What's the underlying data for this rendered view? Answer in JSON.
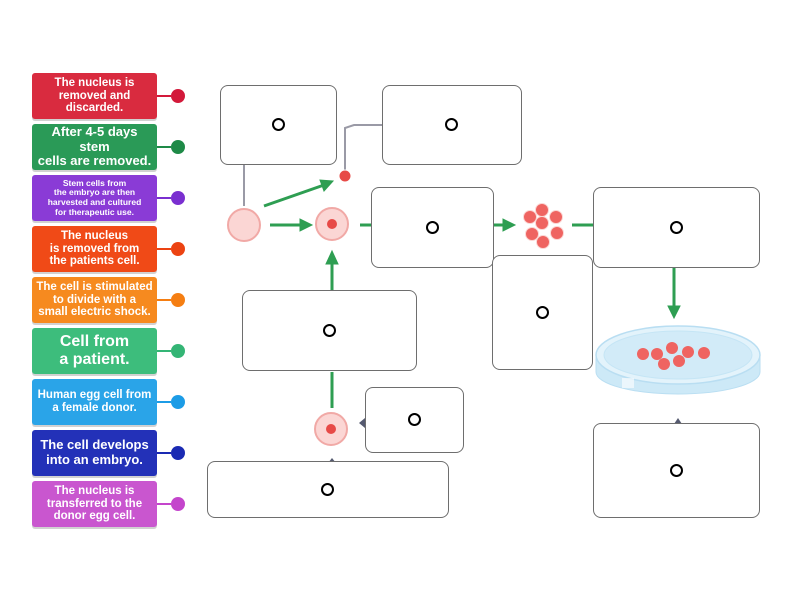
{
  "labels": [
    {
      "text": "The nucleus is\nremoved and\ndiscarded.",
      "color": "#d92b3f",
      "pin_color": "#d3193a"
    },
    {
      "text": "After 4-5 days stem\ncells are removed.",
      "color": "#2a9a57",
      "pin_color": "#1e8a47"
    },
    {
      "text": "Stem cells from\nthe embryo are then\nharvested and cultured\nfor therapeutic use.",
      "color": "#8a3bd6",
      "pin_color": "#7a2fd0"
    },
    {
      "text": "The nucleus\nis removed from\nthe patients cell.",
      "color": "#f04a17",
      "pin_color": "#ec4312"
    },
    {
      "text": "The cell is stimulated\nto divide with a\nsmall electric shock.",
      "color": "#f68a1f",
      "pin_color": "#f57e12"
    },
    {
      "text": "Cell from\na patient.",
      "color": "#3dbd7c",
      "pin_color": "#34b575"
    },
    {
      "text": "Human egg cell from\na female donor.",
      "color": "#2aa4e8",
      "pin_color": "#1c9ce6"
    },
    {
      "text": "The cell develops\ninto an embryo.",
      "color": "#2331b8",
      "pin_color": "#1a2ab3"
    },
    {
      "text": "The nucleus is\ntransferred to the\ndonor egg cell.",
      "color": "#c956cf",
      "pin_color": "#c445cc"
    }
  ],
  "drop_zones": [
    {
      "id": "zone-1"
    },
    {
      "id": "zone-2"
    },
    {
      "id": "zone-3"
    },
    {
      "id": "zone-4"
    },
    {
      "id": "zone-5"
    },
    {
      "id": "zone-6"
    },
    {
      "id": "zone-7"
    },
    {
      "id": "zone-8"
    },
    {
      "id": "zone-9"
    }
  ],
  "colors": {
    "arrow": "#2e9e52",
    "cell_fill": "#fbd6d4",
    "cell_border": "#f1a9a6",
    "nucleus": "#e74a47",
    "embryo_cell": "#ef6461",
    "dish_fill": "#d7eef9",
    "connector": "#9a9aa6"
  }
}
